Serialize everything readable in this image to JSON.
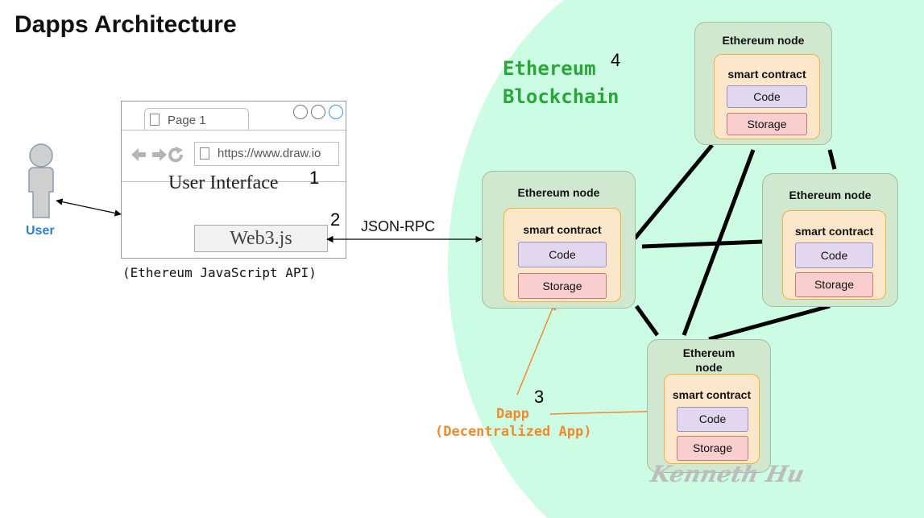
{
  "title": "Dapps Architecture",
  "blockchain": {
    "line1": "Ethereum",
    "line2": "Blockchain",
    "number": "4"
  },
  "user": {
    "label": "User"
  },
  "browser": {
    "tab_label": "Page 1",
    "url": "https://www.draw.io",
    "ui_label": "User Interface",
    "ui_number": "1",
    "web3_label": "Web3.js",
    "web3_number": "2",
    "api_label": "(Ethereum JavaScript API)"
  },
  "connection": {
    "json_rpc": "JSON-RPC"
  },
  "dapp": {
    "line1": "Dapp",
    "line2": "(Decentralized App)",
    "number": "3"
  },
  "nodes": [
    {
      "title": "Ethereum node",
      "contract": "smart contract",
      "code": "Code",
      "storage": "Storage"
    },
    {
      "title": "Ethereum node",
      "contract": "smart contract",
      "code": "Code",
      "storage": "Storage"
    },
    {
      "title": "Ethereum node",
      "contract": "smart contract",
      "code": "Code",
      "storage": "Storage"
    },
    {
      "title_line1": "Ethereum",
      "title_line2": "node",
      "contract": "smart contract",
      "code": "Code",
      "storage": "Storage"
    }
  ],
  "signature": "Kenneth Hu",
  "colors": {
    "blockchain_bg": "#ccfde4",
    "node_bg": "#cfe8cf",
    "contract_bg": "#fde7cb",
    "code_bg": "#e1d8ef",
    "storage_bg": "#f8cece",
    "dapp_orange": "#f08a2e",
    "user_blue": "#2a7fd1",
    "blockchain_green": "#2aa63a"
  }
}
